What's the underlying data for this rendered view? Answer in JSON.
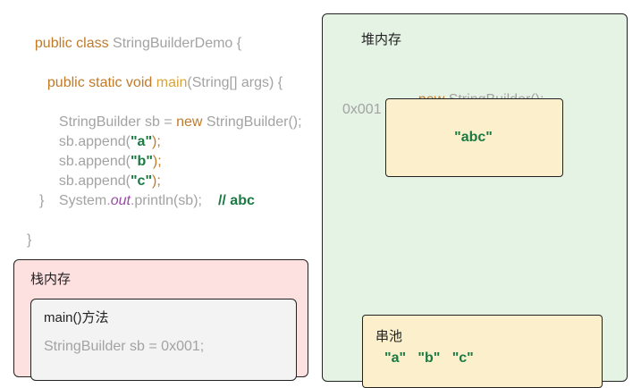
{
  "code": {
    "line1_kw": "public class ",
    "line1_rest": "StringBuilderDemo {",
    "line2_kw": "public static void ",
    "line2_main": "main",
    "line2_rest": "(String[] args) {",
    "line3_a": "StringBuilder sb = ",
    "line3_new": "new ",
    "line3_b": "StringBuilder();",
    "append_prefix": "sb.append(",
    "append_suffix": ");",
    "append_a": "\"a\"",
    "append_b": "\"b\"",
    "append_c": "\"c\"",
    "println_a": "System.",
    "println_out": "out",
    "println_b": ".println(sb);",
    "println_comment": "// abc",
    "close_inner": "}",
    "close_outer": "}"
  },
  "stack": {
    "title": "栈内存",
    "method_title": "main()方法",
    "var_line": "StringBuilder sb = 0x001;"
  },
  "heap": {
    "title": "堆内存",
    "new_kw": "new ",
    "new_rest": "StringBuilder();",
    "address": "0x001",
    "object_value": "\"abc\"",
    "pool_title": "串池",
    "pool_items": "\"a\"   \"b\"   \"c\""
  },
  "colors": {
    "keyword": "#c07a2a",
    "code_gray": "#a3a3a3",
    "string_green": "#1b7a43",
    "stack_bg": "#fde0e0",
    "heap_bg": "#e4f3e4",
    "object_bg": "#fcf0cc"
  }
}
